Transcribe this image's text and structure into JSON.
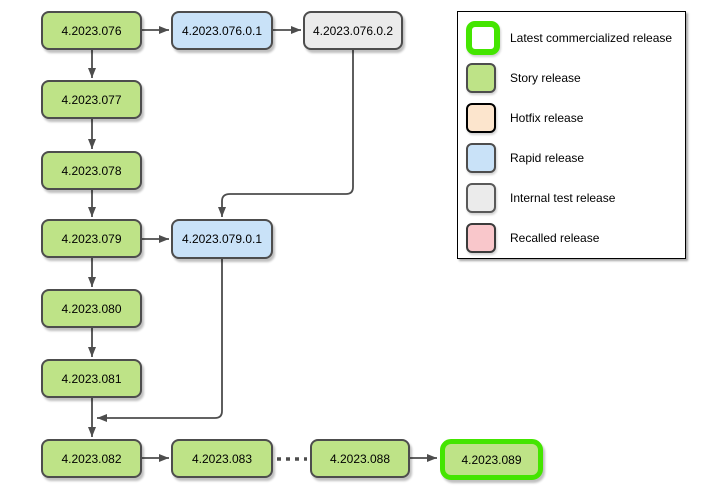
{
  "diagram": {
    "nodes": {
      "v076": {
        "label": "4.2023.076",
        "type": "story"
      },
      "v076_0_1": {
        "label": "4.2023.076.0.1",
        "type": "rapid"
      },
      "v076_0_2": {
        "label": "4.2023.076.0.2",
        "type": "internal"
      },
      "v077": {
        "label": "4.2023.077",
        "type": "story"
      },
      "v078": {
        "label": "4.2023.078",
        "type": "story"
      },
      "v079": {
        "label": "4.2023.079",
        "type": "story"
      },
      "v079_0_1": {
        "label": "4.2023.079.0.1",
        "type": "rapid"
      },
      "v080": {
        "label": "4.2023.080",
        "type": "story"
      },
      "v081": {
        "label": "4.2023.081",
        "type": "story"
      },
      "v082": {
        "label": "4.2023.082",
        "type": "story"
      },
      "v083": {
        "label": "4.2023.083",
        "type": "story"
      },
      "v088": {
        "label": "4.2023.088",
        "type": "story"
      },
      "v089": {
        "label": "4.2023.089",
        "type": "story, latest commercialized"
      }
    },
    "edges": [
      {
        "from": "4.2023.076",
        "to": "4.2023.076.0.1",
        "style": "solid-arrow"
      },
      {
        "from": "4.2023.076.0.1",
        "to": "4.2023.076.0.2",
        "style": "solid-arrow"
      },
      {
        "from": "4.2023.076",
        "to": "4.2023.077",
        "style": "solid-arrow"
      },
      {
        "from": "4.2023.077",
        "to": "4.2023.078",
        "style": "solid-arrow"
      },
      {
        "from": "4.2023.078",
        "to": "4.2023.079",
        "style": "solid-arrow"
      },
      {
        "from": "4.2023.079",
        "to": "4.2023.079.0.1",
        "style": "solid-arrow"
      },
      {
        "from": "4.2023.076.0.2",
        "to": "4.2023.079.0.1",
        "style": "solid-arrow"
      },
      {
        "from": "4.2023.079",
        "to": "4.2023.080",
        "style": "solid-arrow"
      },
      {
        "from": "4.2023.080",
        "to": "4.2023.081",
        "style": "solid-arrow"
      },
      {
        "from": "4.2023.081",
        "to": "4.2023.082",
        "style": "solid-arrow"
      },
      {
        "from": "4.2023.079.0.1",
        "to": "4.2023.082",
        "style": "solid-arrow"
      },
      {
        "from": "4.2023.082",
        "to": "4.2023.083",
        "style": "solid-arrow"
      },
      {
        "from": "4.2023.083",
        "to": "4.2023.088",
        "style": "thick-dashed"
      },
      {
        "from": "4.2023.088",
        "to": "4.2023.089",
        "style": "solid-arrow"
      }
    ]
  },
  "legend": {
    "items": [
      {
        "label": "Latest commercialized release",
        "type": "latest",
        "swatch_border": "#44e500",
        "swatch_fill": "#ffffff"
      },
      {
        "label": "Story release",
        "type": "story",
        "swatch_fill": "#bee387"
      },
      {
        "label": "Hotfix release",
        "type": "hotfix",
        "swatch_fill": "#fce5cd"
      },
      {
        "label": "Rapid release",
        "type": "rapid",
        "swatch_fill": "#c9e2f8"
      },
      {
        "label": "Internal test release",
        "type": "internal",
        "swatch_fill": "#ebebeb"
      },
      {
        "label": "Recalled release",
        "type": "recalled",
        "swatch_fill": "#f9c7cb"
      }
    ]
  },
  "colors": {
    "story_fill": "#bee387",
    "rapid_fill": "#c9e2f8",
    "internal_fill": "#ebebeb",
    "hotfix_fill": "#fce5cd",
    "recalled_fill": "#f9c7cb",
    "latest_border": "#44e500",
    "node_border": "#4d4d4d",
    "edge_stroke": "#4d4d4d",
    "background": "#ffffff"
  }
}
